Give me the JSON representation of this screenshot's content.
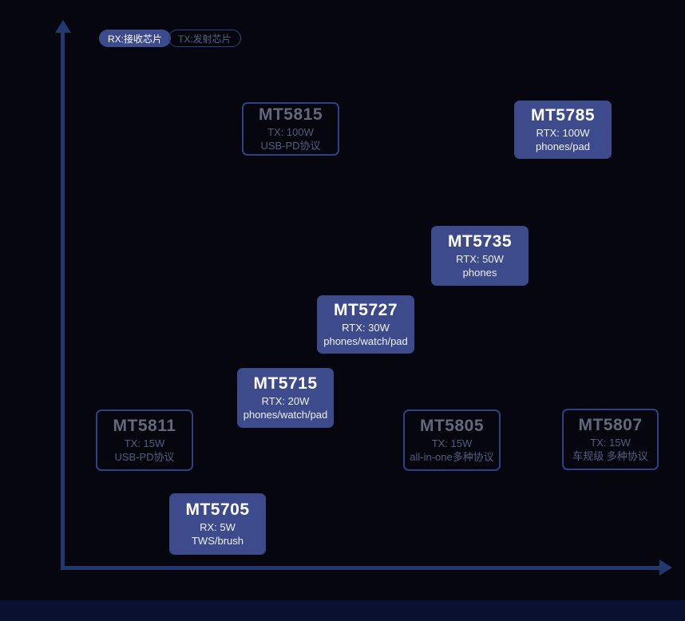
{
  "legend": {
    "rx": "RX:接收芯片",
    "tx": "TX:发射芯片"
  },
  "nodes": [
    {
      "id": "MT5815",
      "title": "MT5815",
      "line1": "TX: 100W",
      "line2": "USB-PD协议",
      "type": "outlined"
    },
    {
      "id": "MT5785",
      "title": "MT5785",
      "line1": "RTX: 100W",
      "line2": "phones/pad",
      "type": "filled"
    },
    {
      "id": "MT5735",
      "title": "MT5735",
      "line1": "RTX: 50W",
      "line2": "phones",
      "type": "filled"
    },
    {
      "id": "MT5727",
      "title": "MT5727",
      "line1": "RTX: 30W",
      "line2": "phones/watch/pad",
      "type": "filled"
    },
    {
      "id": "MT5715",
      "title": "MT5715",
      "line1": "RTX: 20W",
      "line2": "phones/watch/pad",
      "type": "filled"
    },
    {
      "id": "MT5811",
      "title": "MT5811",
      "line1": "TX: 15W",
      "line2": "USB-PD协议",
      "type": "outlined"
    },
    {
      "id": "MT5805",
      "title": "MT5805",
      "line1": "TX: 15W",
      "line2": "all-in-one多种协议",
      "type": "outlined"
    },
    {
      "id": "MT5807",
      "title": "MT5807",
      "line1": "TX: 15W",
      "line2": "车规级 多种协议",
      "type": "outlined"
    },
    {
      "id": "MT5705",
      "title": "MT5705",
      "line1": "RX: 5W",
      "line2": "TWS/brush",
      "type": "filled"
    }
  ],
  "colors": {
    "background": "#05060e",
    "node_filled": "#3d4b8d",
    "node_outline": "#2c4186",
    "axis": "#22386e",
    "muted_text": "#63687a"
  }
}
